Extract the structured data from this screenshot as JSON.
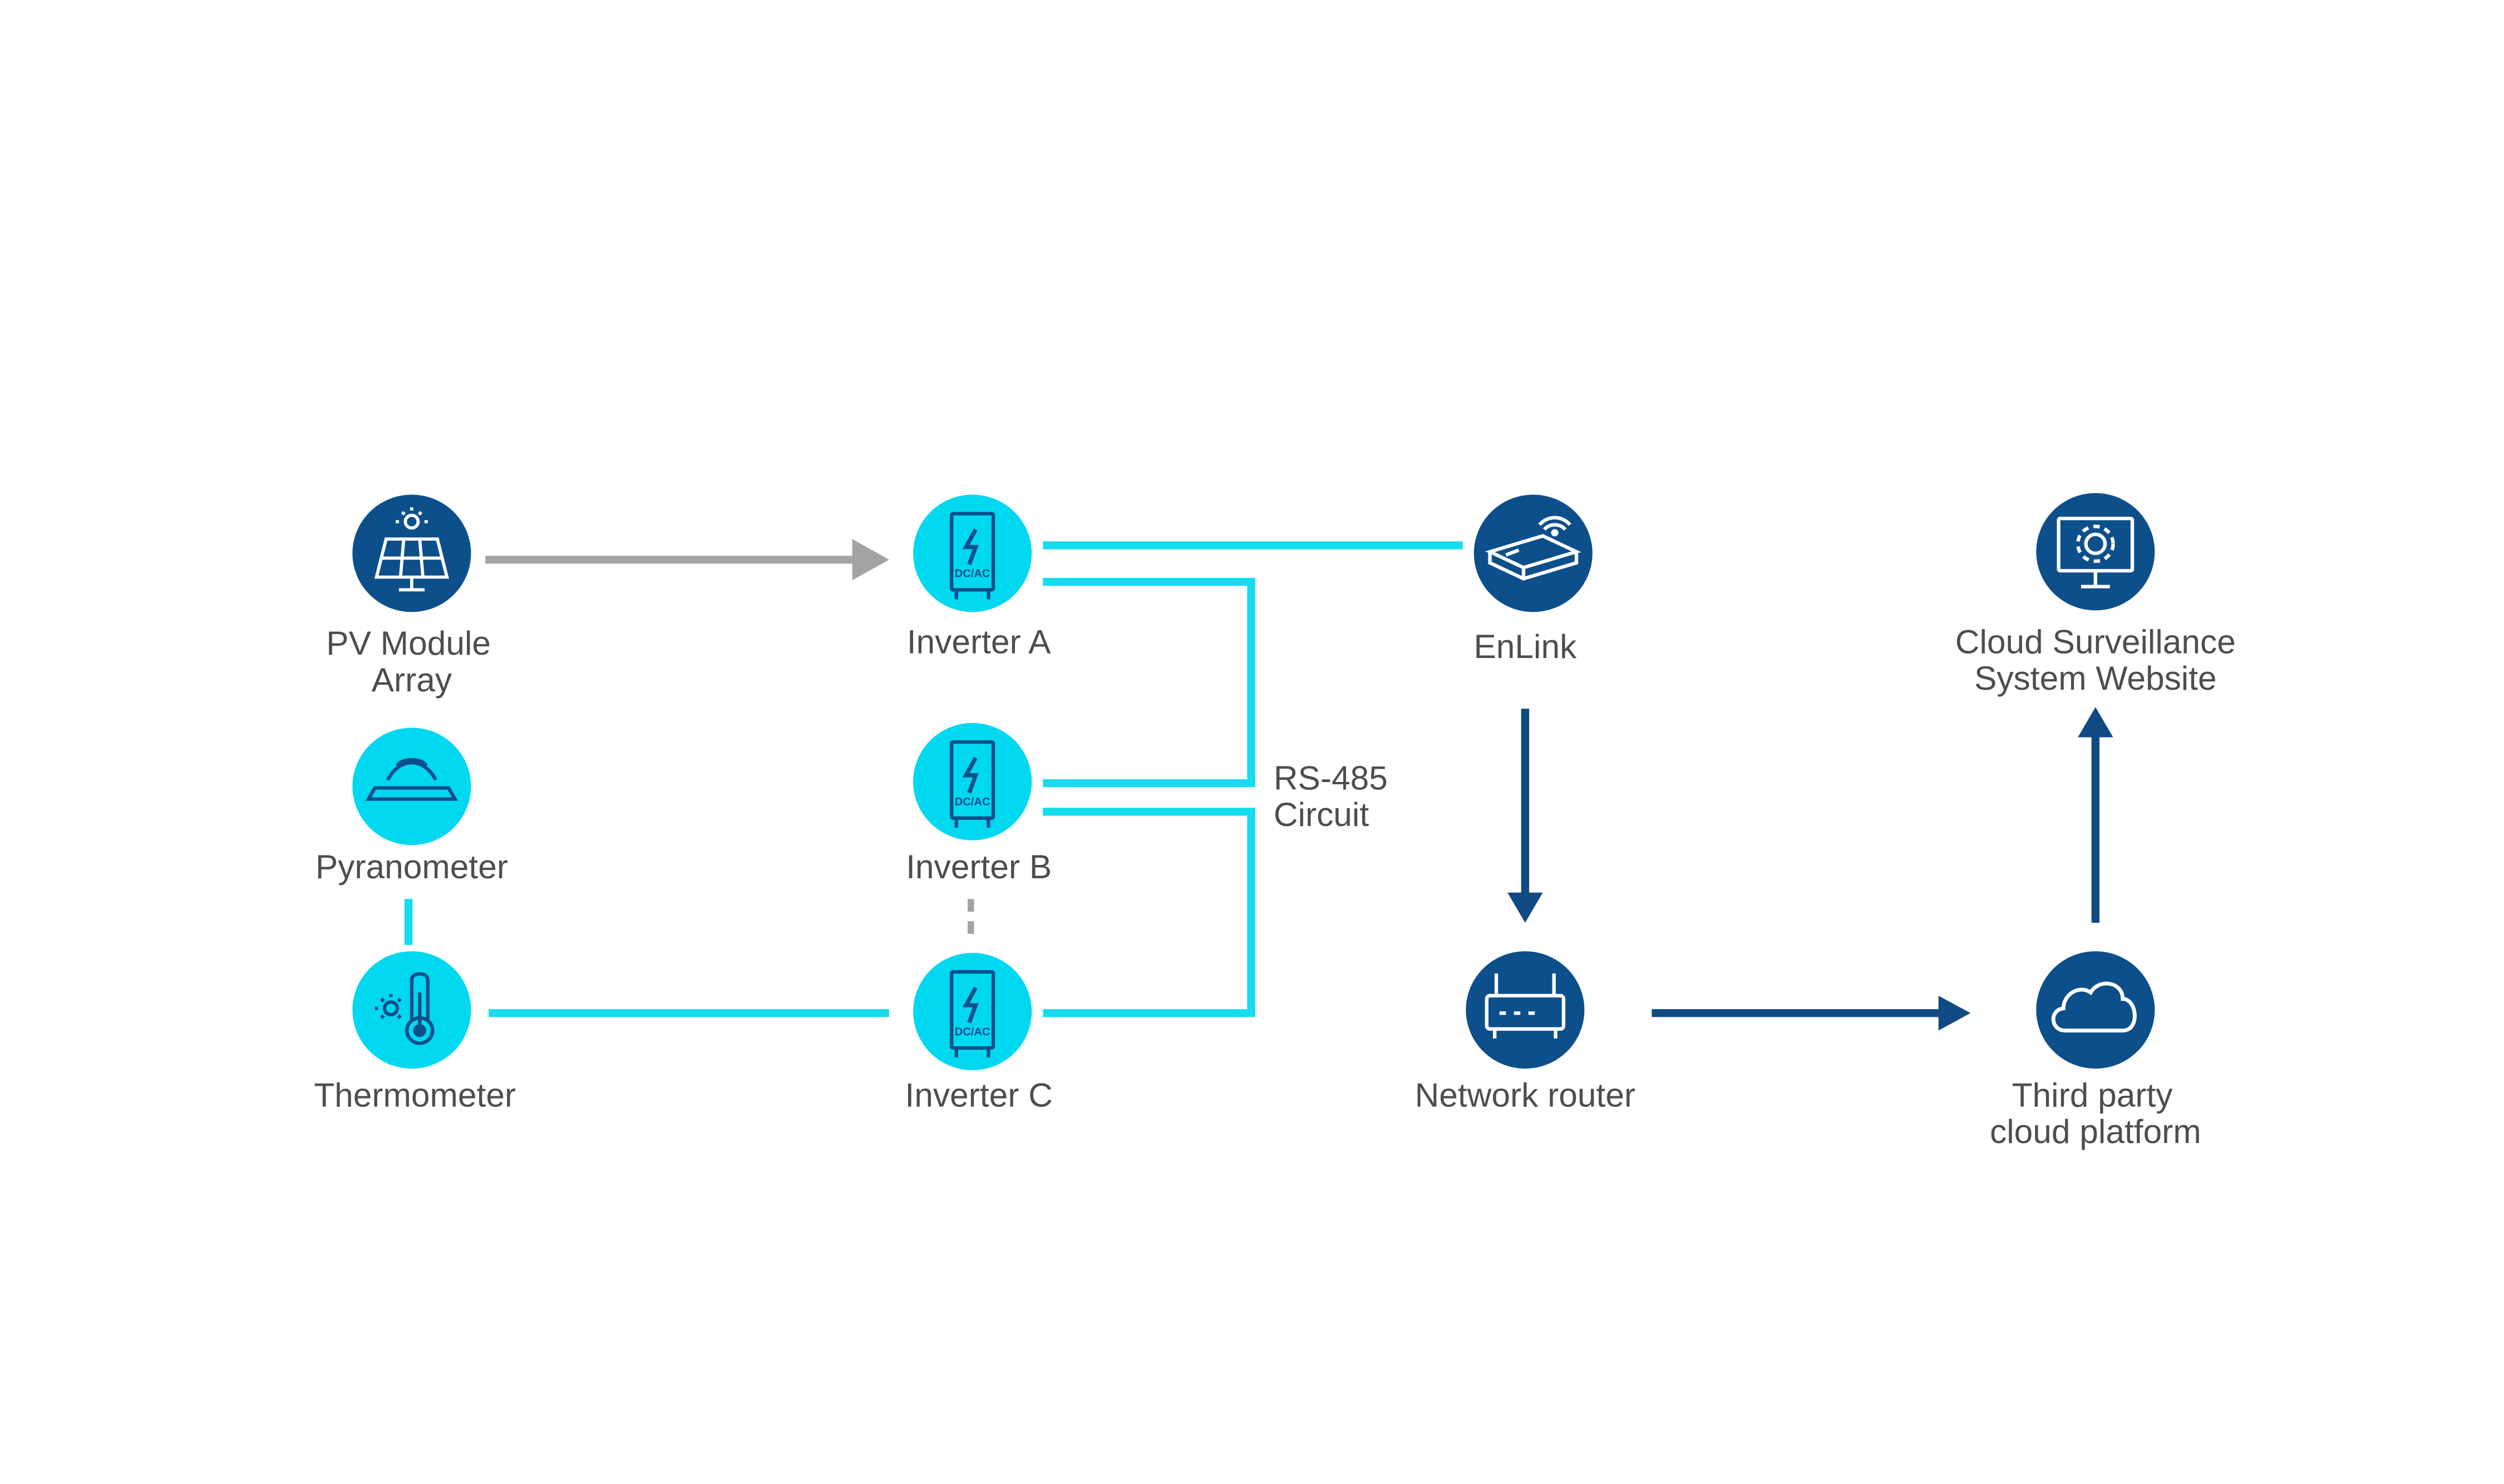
{
  "colors": {
    "dark_node": "#0d4f8b",
    "cyan_node": "#00d8f0",
    "cyan_line": "#15dcef",
    "gray_arrow": "#a3a3a3",
    "dark_arrow": "#0f4a82",
    "label_text": "#4d4d4d",
    "background": "#ffffff"
  },
  "nodes": {
    "pv": {
      "label_line1": "PV Module",
      "label_line2": "Array",
      "icon": "solar-panel-icon"
    },
    "pyranometer": {
      "label": "Pyranometer",
      "icon": "pyranometer-icon"
    },
    "thermometer": {
      "label": "Thermometer",
      "icon": "thermometer-icon"
    },
    "inverter_a": {
      "label": "Inverter A",
      "icon": "inverter-icon",
      "badge": "DC/AC"
    },
    "inverter_b": {
      "label": "Inverter B",
      "icon": "inverter-icon",
      "badge": "DC/AC"
    },
    "inverter_c": {
      "label": "Inverter C",
      "icon": "inverter-icon",
      "badge": "DC/AC"
    },
    "enlink": {
      "label": "EnLink",
      "icon": "gateway-wifi-icon"
    },
    "router": {
      "label": "Network router",
      "icon": "router-icon"
    },
    "cloud": {
      "label_line1": "Third party",
      "label_line2": "cloud platform",
      "icon": "cloud-icon"
    },
    "website": {
      "label_line1": "Cloud Surveillance",
      "label_line2": "System Website",
      "icon": "monitor-gear-icon"
    }
  },
  "annotations": {
    "rs485_line1": "RS-485",
    "rs485_line2": "Circuit"
  }
}
